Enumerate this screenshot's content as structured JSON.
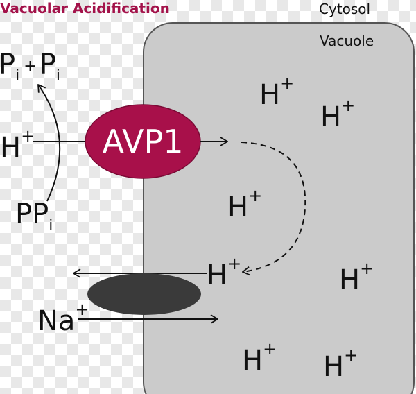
{
  "title": "Vacuolar Acidification",
  "labels": {
    "cytosol": "Cytosol",
    "vacuole": "Vacuole"
  },
  "enzyme": {
    "name": "AVP1",
    "color": "#a8104a"
  },
  "ions": {
    "h": "H",
    "plus": "+",
    "na": "Na",
    "p": "P",
    "i": "i",
    "pp": "PP"
  },
  "colors": {
    "vacuole": "#cbcbcb",
    "antiporter": "#3a3a3a"
  }
}
